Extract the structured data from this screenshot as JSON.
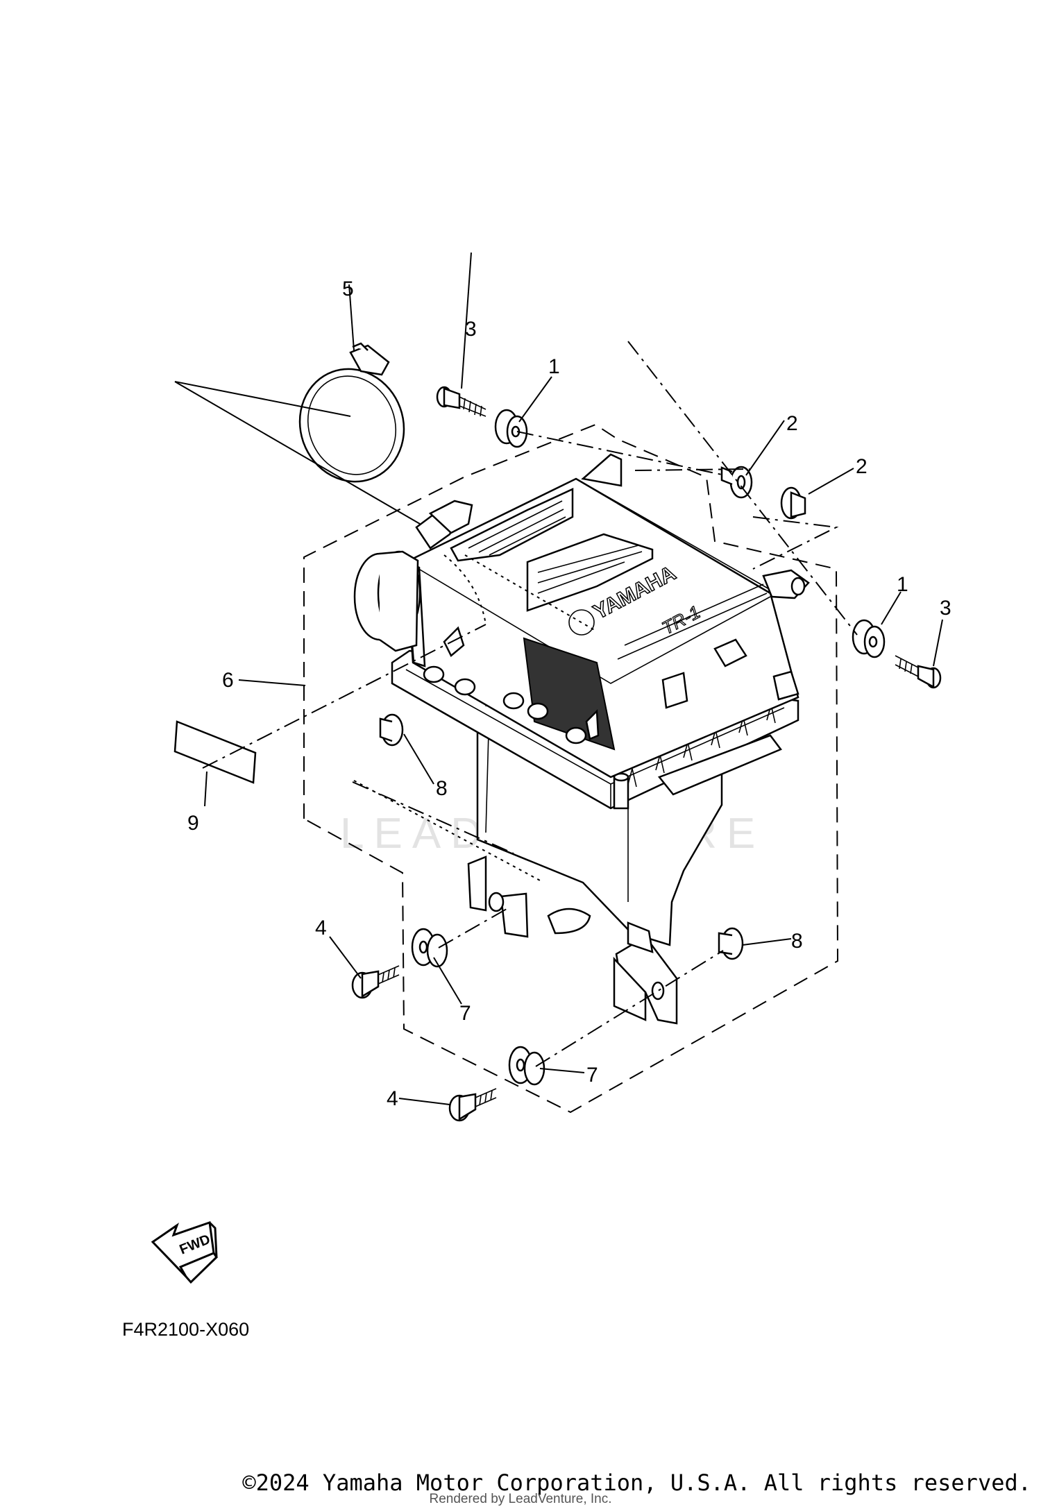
{
  "diagram": {
    "callouts": [
      "1",
      "1",
      "2",
      "2",
      "3",
      "3",
      "4",
      "4",
      "5",
      "6",
      "7",
      "7",
      "8",
      "8",
      "9"
    ],
    "emblem_text": "YAMAHA",
    "model_badge": "TR-1",
    "watermark": "LEADVENTURE",
    "fwd_label": "FWD",
    "drawing_code": "F4R2100-X060"
  },
  "footer": {
    "copyright": "©2024 Yamaha Motor Corporation, U.S.A. All rights reserved.",
    "rendered_by": "Rendered by LeadVenture, Inc."
  }
}
